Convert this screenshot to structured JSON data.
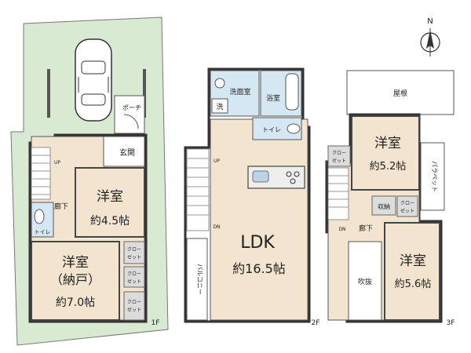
{
  "compass": {
    "north_label": "N",
    "icon": "compass-north-icon"
  },
  "colors": {
    "site": "#d9ead2",
    "floor": "#f3e4cf",
    "wet": "#d6e7f4",
    "closet": "#dcdcdc",
    "wall": "#333333"
  },
  "floor1": {
    "level": "1F",
    "porch": "ポーチ",
    "entrance": "玄関",
    "hall": "廊下",
    "toilet": "トイレ",
    "up": "UP",
    "room_a": {
      "name": "洋室",
      "size": "約4.5帖"
    },
    "room_b": {
      "name": "洋室",
      "sub": "（納戸）",
      "size": "約7.0帖"
    },
    "closet_line1": "クロー",
    "closet_line2": "ゼット"
  },
  "floor2": {
    "level": "2F",
    "washroom": "洗面室",
    "wash_mark": "洗",
    "bath": "浴室",
    "toilet": "トイレ",
    "up": "UP",
    "dn": "DN",
    "balcony": "バルコニー",
    "ldk": {
      "name": "LDK",
      "size": "約16.5帖"
    }
  },
  "floor3": {
    "level": "3F",
    "roof": "屋根",
    "parapet": "パラペット",
    "storage": "収納",
    "hall": "廊下",
    "dn": "DN",
    "void": "吹抜",
    "room_a": {
      "name": "洋室",
      "size": "約5.2帖"
    },
    "room_b": {
      "name": "洋室",
      "size": "約5.6帖"
    },
    "closet_line1": "クロー",
    "closet_line2": "ゼット"
  }
}
